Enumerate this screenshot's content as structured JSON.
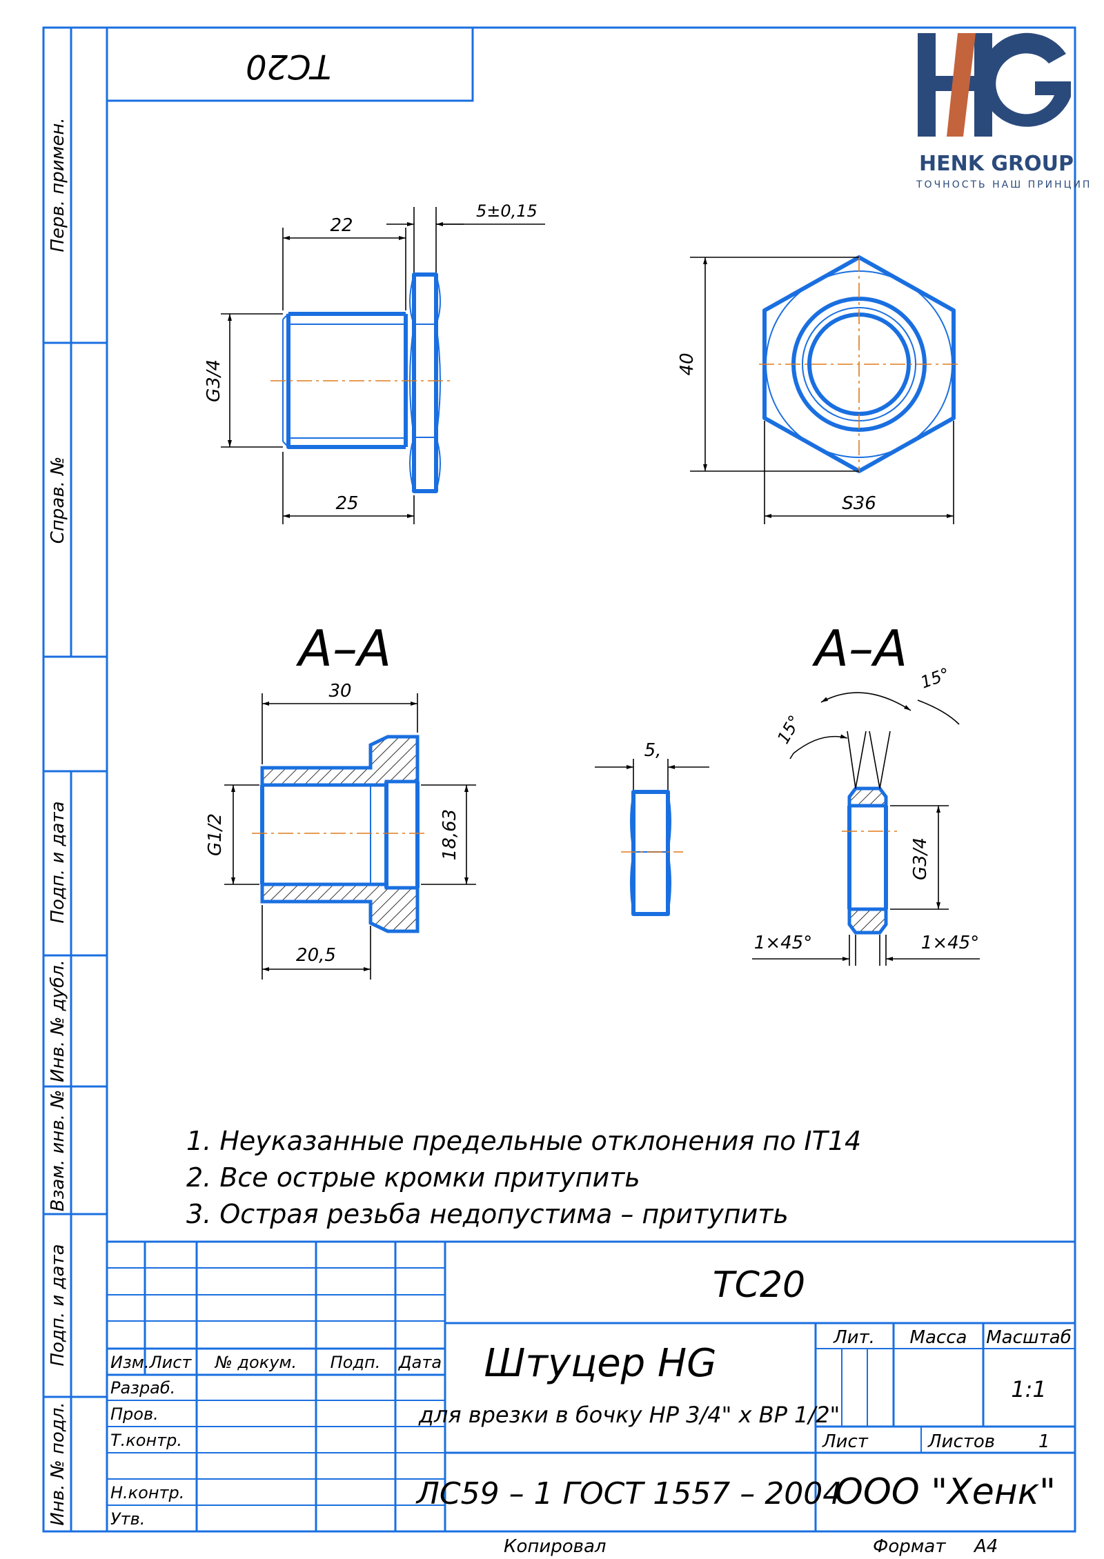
{
  "doc_code": "ТС20",
  "logo": {
    "company": "HENK GROUP",
    "slogan": "ТОЧНОСТЬ НАШ ПРИНЦИП",
    "letters": "HG",
    "colors": {
      "dark": "#2b4a7c",
      "accent": "#c4643c"
    }
  },
  "side_columns": [
    "Перв. примен.",
    "Справ. №",
    "Подп. и дата",
    "Инв. № дубл.",
    "Взам. инв. №",
    "Подп. и дата",
    "Инв. № подл."
  ],
  "dimensions": {
    "view1": {
      "top_length": "22",
      "hex_thickness": "5±0,15",
      "thread": "G3/4",
      "bottom_length": "25"
    },
    "view2": {
      "height": "40",
      "across_flats": "S36"
    },
    "section1": {
      "title": "А–А",
      "total": "30",
      "thread": "G1/2",
      "inner": "18,63",
      "bottom": "20,5"
    },
    "nut_side": {
      "width": "5,"
    },
    "section2": {
      "title": "А–А",
      "angle_top": "15°",
      "angle_left": "15°",
      "thread": "G3/4",
      "chamfer_left": "1×45°",
      "chamfer_right": "1×45°"
    }
  },
  "notes": [
    "1. Неуказанные предельные отклонения по IT14",
    "2. Все острые кромки притупить",
    "3. Острая резьба недопустима – притупить"
  ],
  "title_block": {
    "designation": "ТС20",
    "name": "Штуцер HG",
    "description": "для врезки в бочку НР 3/4\" х ВР 1/2\"",
    "material": "ЛС59 – 1 ГОСТ 1557 – 2004",
    "company": "ООО \"Хенк\"",
    "col_headers": [
      "Изм.",
      "Лист",
      "№ докум.",
      "Подп.",
      "Дата"
    ],
    "roles": [
      "Разраб.",
      "Пров.",
      "Т.контр.",
      "",
      "Н.контр.",
      "Утв."
    ],
    "lit_label": "Лит.",
    "mass_label": "Масса",
    "scale_label": "Масштаб",
    "scale": "1:1",
    "sheet_label": "Лист",
    "sheets_label": "Листов",
    "sheets": "1",
    "copied_label": "Копировал",
    "format_label": "Формат",
    "format": "А4"
  }
}
